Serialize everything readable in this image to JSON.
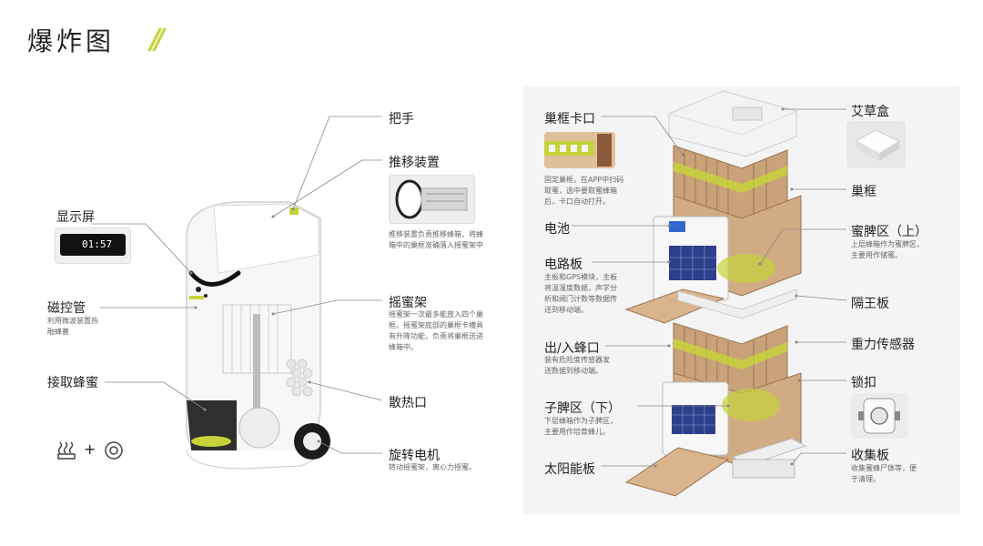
{
  "header": {
    "title": "爆炸图",
    "accent": "//"
  },
  "left": {
    "display": {
      "label": "显示屏",
      "time": "01:57"
    },
    "magnetic": {
      "label": "磁控管",
      "desc": [
        "利用微波装置热",
        "融蜂蓋"
      ]
    },
    "honey_take": {
      "label": "接取蜂蜜"
    },
    "handle": {
      "label": "把手"
    },
    "push": {
      "label": "推移装置",
      "desc": [
        "推移装置负责推移蜂箱，将蜂",
        "箱中的巢框准确落入摇蜜架中"
      ]
    },
    "shake": {
      "label": "摇蜜架",
      "desc": [
        "摇蜜架一次最多能放入四个巢",
        "框。摇蜜架底部的巢框卡槽具",
        "有升降功能，负责将巢框送进",
        "蜂箱中。"
      ]
    },
    "heat": {
      "label": "散热口"
    },
    "motor": {
      "label": "旋转电机",
      "desc": [
        "转动摇蜜架，离心力摇蜜。"
      ]
    },
    "plus": "+"
  },
  "right": {
    "frame_slot": {
      "label": "巢框卡口",
      "desc": [
        "固定巢框，在APP中扫码",
        "取蜜，选中要取蜜蜂箱",
        "后，卡口自动打开。"
      ]
    },
    "battery": {
      "label": "电池"
    },
    "circuit": {
      "label": "电路板",
      "desc": [
        "主板和GPS模块，主板",
        "将温湿度数据，声学分",
        "析和阀门计数等数据传",
        "送到移动端。"
      ]
    },
    "entrance": {
      "label": "出/入蜂口",
      "desc": [
        "装有危险度传感器发",
        "送数据到移动端。"
      ]
    },
    "sub_brood": {
      "label": "子脾区（下）",
      "desc": [
        "下层蜂箱作为子脾区，",
        "主要用作培育蜂儿。"
      ]
    },
    "solar": {
      "label": "太阳能板"
    },
    "mugwort": {
      "label": "艾草盒"
    },
    "frame": {
      "label": "巢框"
    },
    "honey_area": {
      "label": "蜜脾区（上）",
      "desc": [
        "上层蜂箱作为蜜脾区，",
        "主要用作储蜜。"
      ]
    },
    "queen_ex": {
      "label": "隔王板"
    },
    "gravity": {
      "label": "重力传感器"
    },
    "lock": {
      "label": "锁扣"
    },
    "collect": {
      "label": "收集板",
      "desc": [
        "收集蜜蜂尸体等，便",
        "于清理。"
      ]
    }
  },
  "colors": {
    "accent": "#c6d23a",
    "wood": "#c9a27a",
    "wood_dark": "#9c7650",
    "panel": "#f2f2f2"
  }
}
